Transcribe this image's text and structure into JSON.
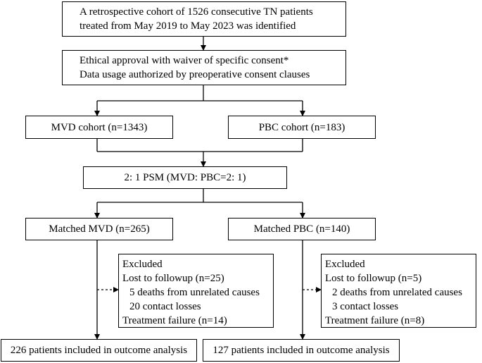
{
  "cohort": {
    "line1": "A retrospective cohort of 1526 consecutive TN patients",
    "line2": "treated from May 2019 to May 2023 was identified"
  },
  "ethics": {
    "line1": "Ethical approval with waiver of specific consent*",
    "line2": "Data usage authorized by preoperative consent clauses"
  },
  "mvd_cohort": "MVD cohort (n=1343)",
  "pbc_cohort": "PBC cohort (n=183)",
  "psm": "2: 1 PSM (MVD: PBC=2: 1)",
  "matched_mvd": "Matched MVD (n=265)",
  "matched_pbc": "Matched PBC (n=140)",
  "excluded_mvd": {
    "title": "Excluded",
    "lost": "Lost to followup (n=25)",
    "deaths": "5 deaths from unrelated causes",
    "contact": "20 contact losses",
    "failure": "Treatment failure (n=14)"
  },
  "excluded_pbc": {
    "title": "Excluded",
    "lost": "Lost to followup (n=5)",
    "deaths": "2 deaths from unrelated causes",
    "contact": "3 contact losses",
    "failure": "Treatment failure (n=8)"
  },
  "outcome_mvd": "226 patients included in outcome analysis",
  "outcome_pbc": "127 patients included in outcome analysis"
}
